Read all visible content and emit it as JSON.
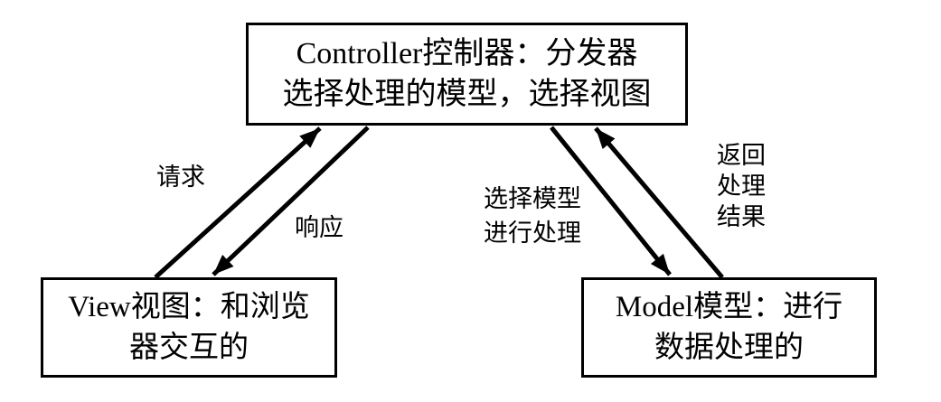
{
  "diagram": {
    "nodes": {
      "controller": {
        "label": "Controller控制器：分发器\n选择处理的模型，选择视图"
      },
      "view": {
        "label": "View视图：和浏览\n器交互的"
      },
      "model": {
        "label": "Model模型：进行\n数据处理的"
      }
    },
    "edges": {
      "request": {
        "label": "请求",
        "from": "View",
        "to": "Controller"
      },
      "response": {
        "label": "响应",
        "from": "Controller",
        "to": "View"
      },
      "select_model": {
        "label": "选择模型\n进行处理",
        "from": "Controller",
        "to": "Model"
      },
      "return_result": {
        "label": "返回\n处理\n结果",
        "from": "Model",
        "to": "Controller"
      }
    },
    "colors": {
      "ink": "#000000",
      "background": "#ffffff"
    }
  }
}
